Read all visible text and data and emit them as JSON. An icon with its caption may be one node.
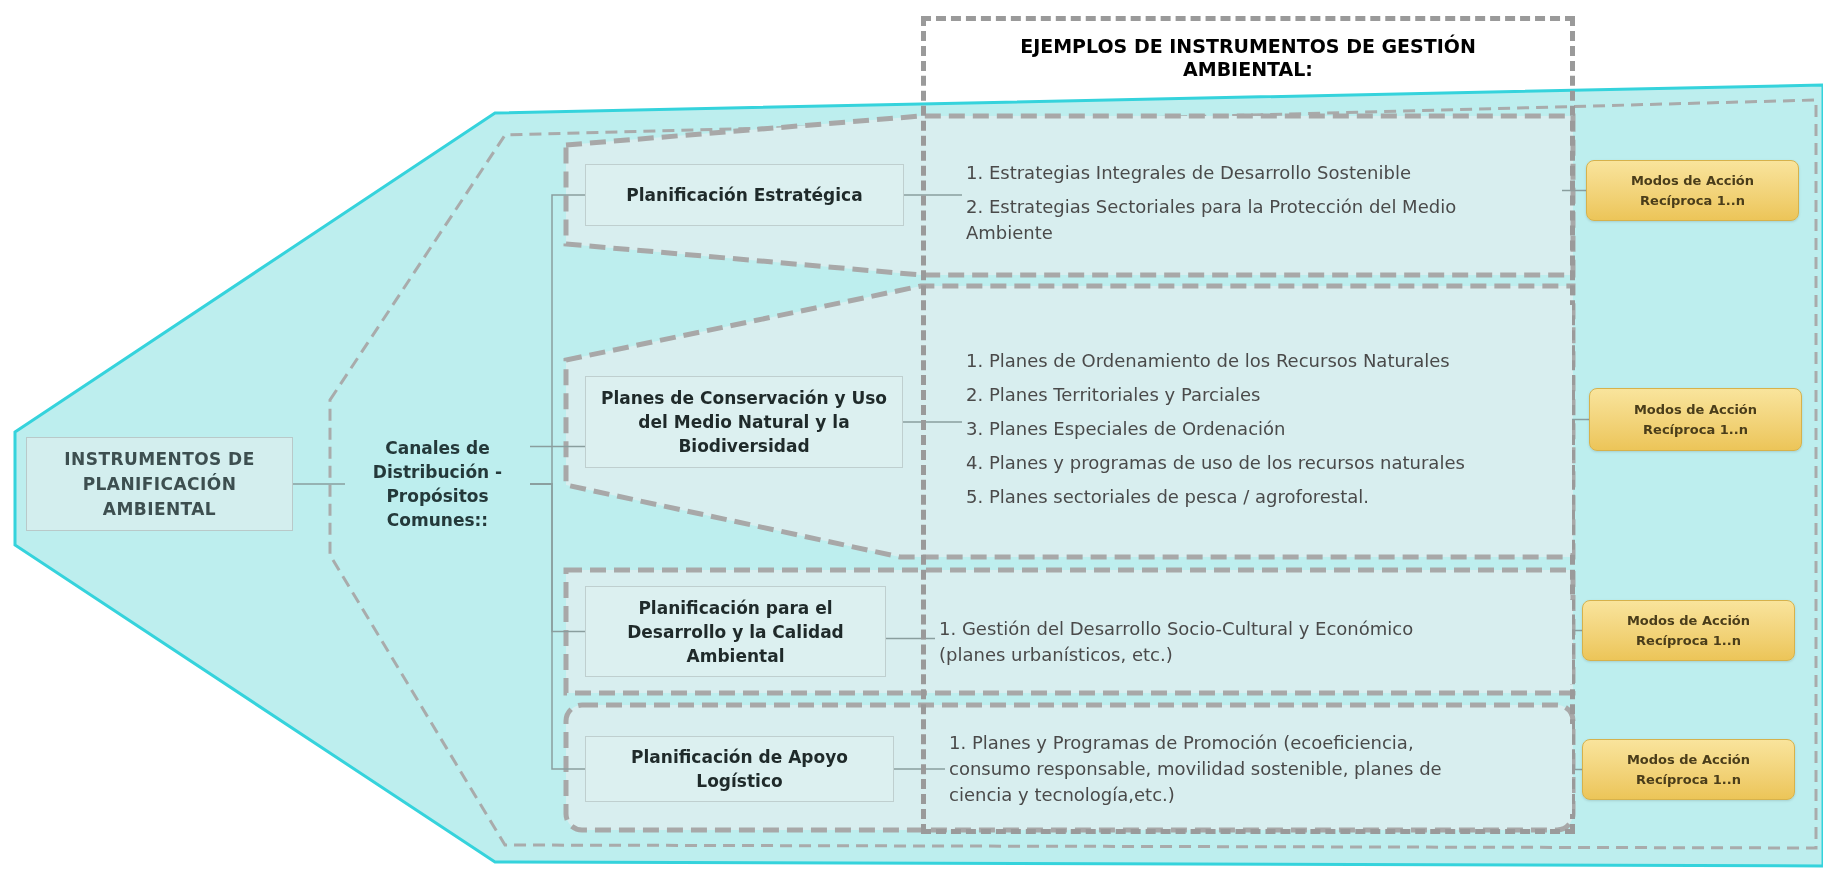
{
  "diagram": {
    "nodes": [
      {
        "text": [
          "INSTRUMENTOS DE PLANIFICACIÓN AMBIENTAL"
        ]
      },
      {
        "text": [
          "Canales de Distribución - Propósitos Comunes::"
        ]
      },
      {
        "text": [
          "EJEMPLOS DE INSTRUMENTOS DE GESTIÓN AMBIENTAL:"
        ]
      },
      {
        "text": [
          "Planificación Estratégica"
        ]
      },
      {
        "text": [
          "1. Estrategias Integrales de Desarrollo Sostenible",
          "2. Estrategias Sectoriales para la Protección del Medio Ambiente"
        ],
        "in": 2
      },
      {
        "text": [
          "Modos de Acción Recíproca 1..n"
        ]
      },
      {
        "text": [
          "Planes de Conservación y Uso del Medio Natural y la Biodiversidad"
        ]
      },
      {
        "text": [
          "1. Planes de Ordenamiento de los Recursos Naturales",
          "2. Planes Territoriales y Parciales",
          "3. Planes Especiales de Ordenación",
          "4. Planes y programas de uso de los recursos naturales",
          "5. Planes sectoriales de pesca / agroforestal."
        ],
        "in": 2
      },
      {
        "text": [
          "Modos de Acción Recíproca 1..n"
        ]
      },
      {
        "text": [
          "Planificación para el Desarrollo y la Calidad Ambiental"
        ]
      },
      {
        "text": [
          "1. Gestión del Desarrollo Socio-Cultural y Económico (planes urbanísticos, etc.)"
        ],
        "in": 2
      },
      {
        "text": [
          "Modos de Acción Recíproca 1..n"
        ]
      },
      {
        "text": [
          "Planificación de Apoyo Logístico"
        ]
      },
      {
        "text": [
          "1. Planes y Programas de Promoción (ecoeficiencia, consumo responsable, movilidad sostenible, planes de ciencia y tecnología,etc.)"
        ],
        "in": 2
      },
      {
        "text": [
          "Modos de Acción Recíproca 1..n"
        ]
      }
    ],
    "edges": [
      {
        "from": 0,
        "to": 1,
        "arrow": "none"
      },
      {
        "from": 1,
        "to": 3,
        "arrow": "none"
      },
      {
        "from": 1,
        "to": 6,
        "arrow": "none"
      },
      {
        "from": 1,
        "to": 9,
        "arrow": "none"
      },
      {
        "from": 1,
        "to": 12,
        "arrow": "none"
      },
      {
        "from": 3,
        "to": 4,
        "arrow": "none"
      },
      {
        "from": 4,
        "to": 5,
        "arrow": "none"
      },
      {
        "from": 6,
        "to": 7,
        "arrow": "none"
      },
      {
        "from": 7,
        "to": 8,
        "arrow": "none"
      },
      {
        "from": 9,
        "to": 10,
        "arrow": "none"
      },
      {
        "from": 10,
        "to": 11,
        "arrow": "none"
      },
      {
        "from": 12,
        "to": 13,
        "arrow": "none"
      },
      {
        "from": 13,
        "to": 14,
        "arrow": "none"
      }
    ]
  }
}
